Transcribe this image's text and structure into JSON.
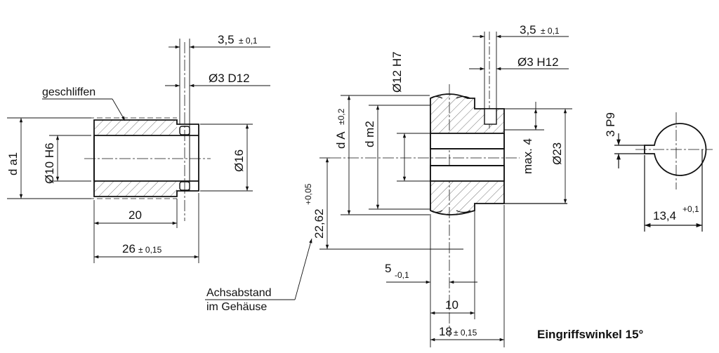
{
  "left_part": {
    "dim_top": "3,5",
    "tol_top": "± 0,1",
    "dim_hole": "Ø3 D12",
    "note_ground": "geschliffen",
    "label_da1": "d a1",
    "label_bore": "Ø10 H6",
    "label_od": "Ø16",
    "dim_20": "20",
    "dim_26": "26",
    "tol_26": "± 0,15"
  },
  "middle_part": {
    "dim_top": "3,5",
    "tol_top": "± 0,1",
    "dim_hole": "Ø3 H12",
    "label_bore": "Ø12 H7",
    "label_dA": "d A",
    "tol_dA": "±0,2",
    "label_dm2": "d m2",
    "label_max4": "max. 4",
    "label_od": "Ø23",
    "dim_center": "22,62",
    "tol_center": "+0,05",
    "dim_5": "5",
    "tol_5": "-0,1",
    "dim_10": "10",
    "dim_18": "18",
    "tol_18": "± 0,15",
    "note_center_1": "Achsabstand",
    "note_center_2": "im Gehäuse"
  },
  "right_part": {
    "label_key": "3 P9",
    "dim_134": "13,4",
    "tol_134": "+0,1"
  },
  "footer": {
    "pressure_angle": "Eingriffswinkel 15°"
  }
}
